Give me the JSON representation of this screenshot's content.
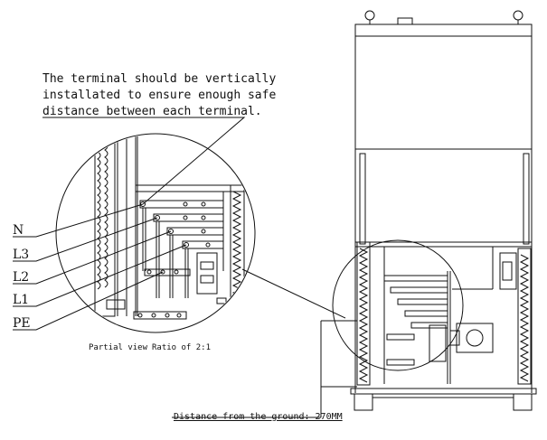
{
  "note": {
    "line1": "The terminal should be vertically",
    "line2": "installated to ensure enough safe",
    "line3": "distance between each terminal."
  },
  "terminal_labels": [
    "N",
    "L3",
    "L2",
    "L1",
    "PE"
  ],
  "partial_view": {
    "label": "Partial view",
    "ratio": "Ratio of 2:1"
  },
  "ground_distance": "Distance from the ground: 270MM",
  "colors": {
    "line": "#111111",
    "background": "#ffffff"
  }
}
